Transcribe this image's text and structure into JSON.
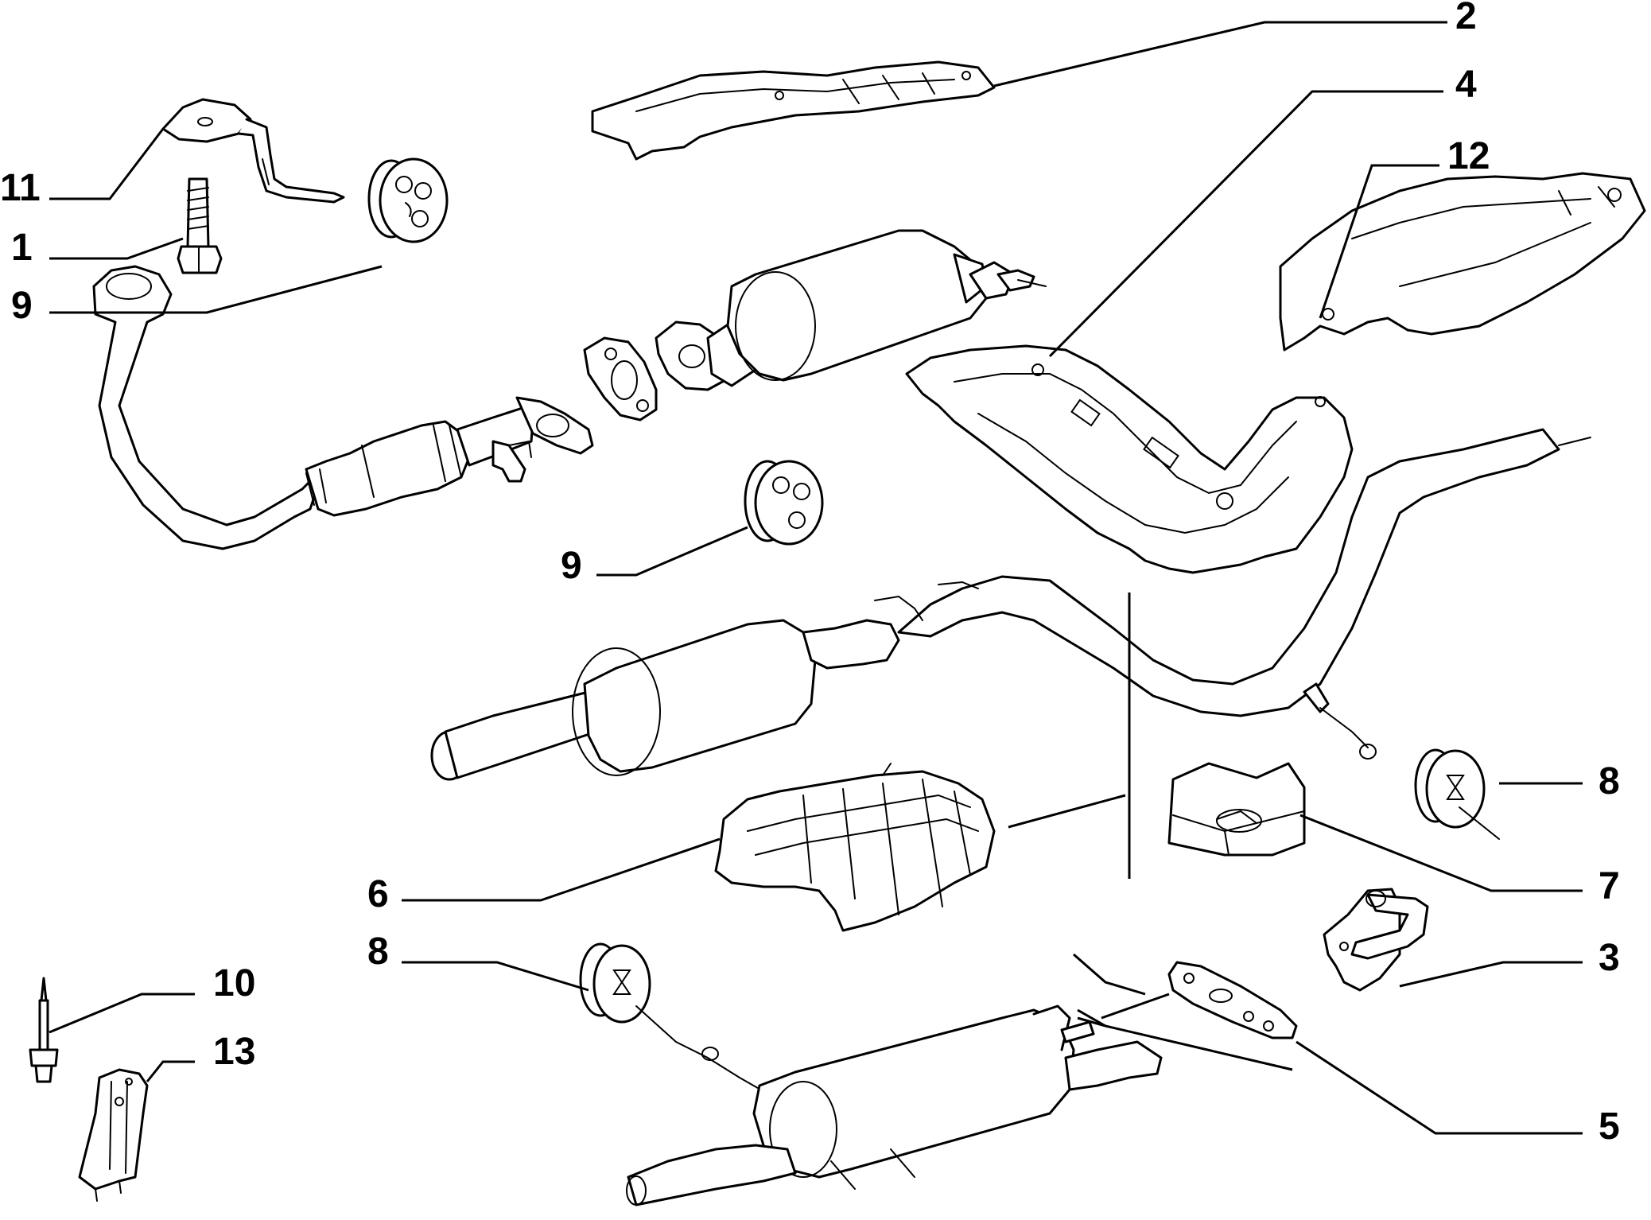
{
  "callouts": {
    "c2": "2",
    "c4": "4",
    "c12": "12",
    "c11": "11",
    "c1": "1",
    "c9a": "9",
    "c9b": "9",
    "c8a": "8",
    "c7": "7",
    "c6": "6",
    "c3": "3",
    "c8b": "8",
    "c10": "10",
    "c13": "13",
    "c5": "5"
  },
  "colors": {
    "ink": "#000000",
    "background": "#ffffff"
  }
}
